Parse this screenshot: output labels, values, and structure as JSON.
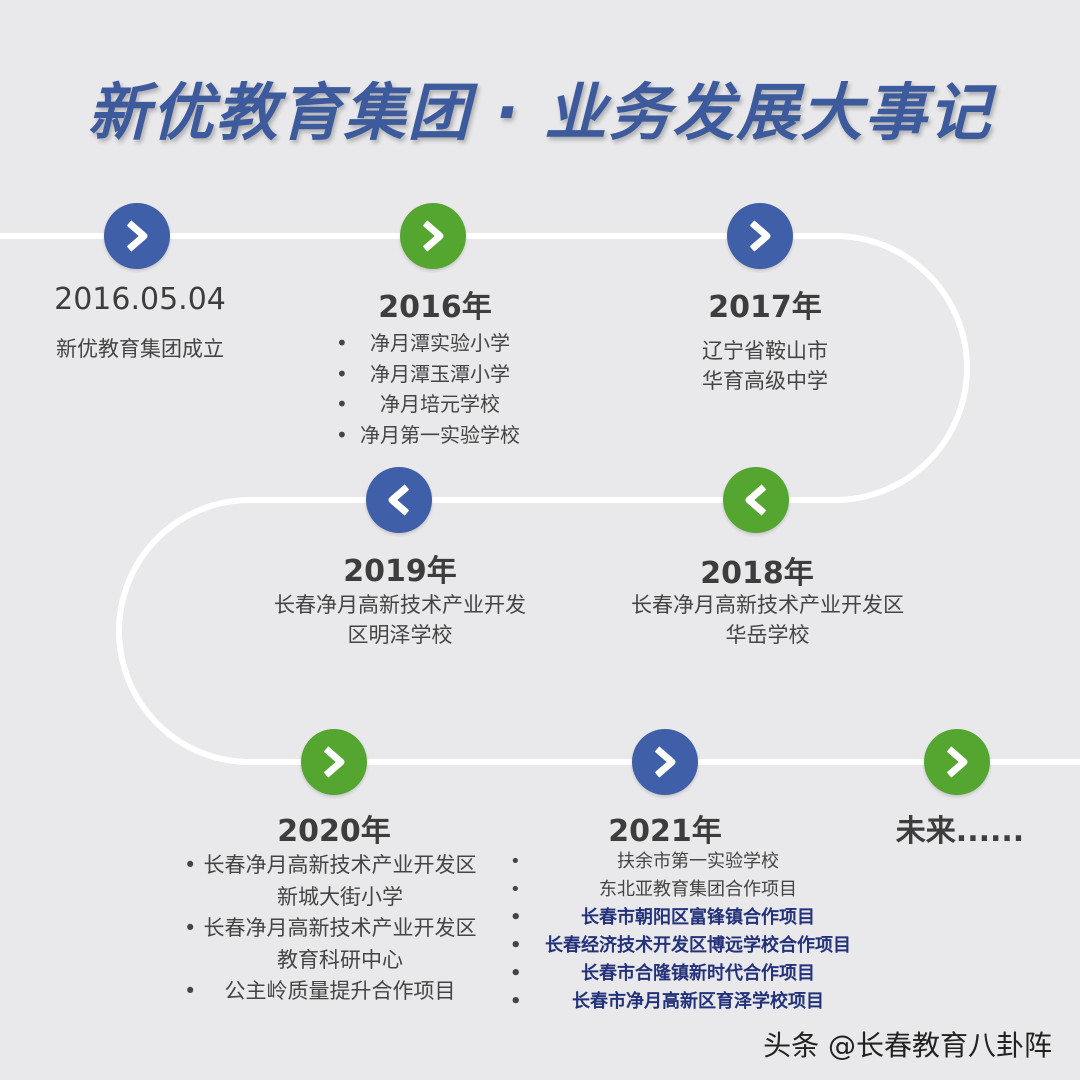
{
  "title": "新优教育集团 · 业务发展大事记",
  "colors": {
    "blue": "#3f5fa8",
    "green": "#55a531",
    "title": "#3d5b9c",
    "highlight": "#23327a",
    "background": "#e9e9eb"
  },
  "nodes": [
    {
      "icon": "chevron-right-icon",
      "color": "blue"
    },
    {
      "icon": "chevron-right-icon",
      "color": "green"
    },
    {
      "icon": "chevron-right-icon",
      "color": "blue"
    },
    {
      "icon": "chevron-left-icon",
      "color": "green"
    },
    {
      "icon": "chevron-left-icon",
      "color": "blue"
    },
    {
      "icon": "chevron-right-icon",
      "color": "green"
    },
    {
      "icon": "chevron-right-icon",
      "color": "blue"
    },
    {
      "icon": "chevron-right-icon",
      "color": "green"
    }
  ],
  "milestones": {
    "m20160504": {
      "date": "2016.05.04",
      "desc": "新优教育集团成立"
    },
    "m2016": {
      "year": "2016年",
      "items": [
        "净月潭实验小学",
        "净月潭玉潭小学",
        "净月培元学校",
        "净月第一实验学校"
      ]
    },
    "m2017": {
      "year": "2017年",
      "line1": "辽宁省鞍山市",
      "line2": "华育高级中学"
    },
    "m2018": {
      "year": "2018年",
      "line1": "长春净月高新技术产业开发区",
      "line2": "华岳学校"
    },
    "m2019": {
      "year": "2019年",
      "line1": "长春净月高新技术产业开发",
      "line2": "区明泽学校"
    },
    "m2020": {
      "year": "2020年",
      "items": [
        "长春净月高新技术产业开发区",
        "新城大街小学",
        "长春净月高新技术产业开发区",
        "教育科研中心",
        "公主岭质量提升合作项目"
      ]
    },
    "m2021": {
      "year": "2021年",
      "items": [
        "扶余市第一实验学校",
        "东北亚教育集团合作项目",
        "长春市朝阳区富锋镇合作项目",
        "长春经济技术开发区博远学校合作项目",
        "长春市合隆镇新时代合作项目",
        "长春市净月高新区育泽学校项目"
      ]
    },
    "future": {
      "label": "未来......"
    }
  },
  "watermark": "头条 @长春教育八卦阵"
}
